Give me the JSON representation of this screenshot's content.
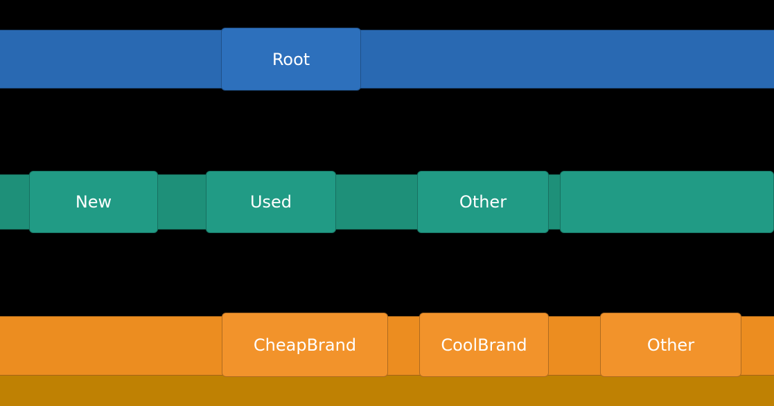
{
  "diagram": {
    "type": "hierarchy-partition",
    "background_color": "#000000",
    "text_color": "#ffffff",
    "next_level_color": "#bf8103",
    "levels": [
      {
        "name": "root",
        "bar_color": "#2969b2",
        "node_color": "#2d70bc",
        "nodes": [
          {
            "label": "Root"
          }
        ]
      },
      {
        "name": "condition",
        "bar_color": "#1e9079",
        "node_color": "#219b85",
        "nodes": [
          {
            "label": "New"
          },
          {
            "label": "Used"
          },
          {
            "label": "Other"
          },
          {
            "label": ""
          }
        ]
      },
      {
        "name": "brand",
        "bar_color": "#ec8d20",
        "node_color": "#f2932b",
        "nodes": [
          {
            "label": "CheapBrand"
          },
          {
            "label": "CoolBrand"
          },
          {
            "label": "Other"
          }
        ]
      }
    ]
  }
}
